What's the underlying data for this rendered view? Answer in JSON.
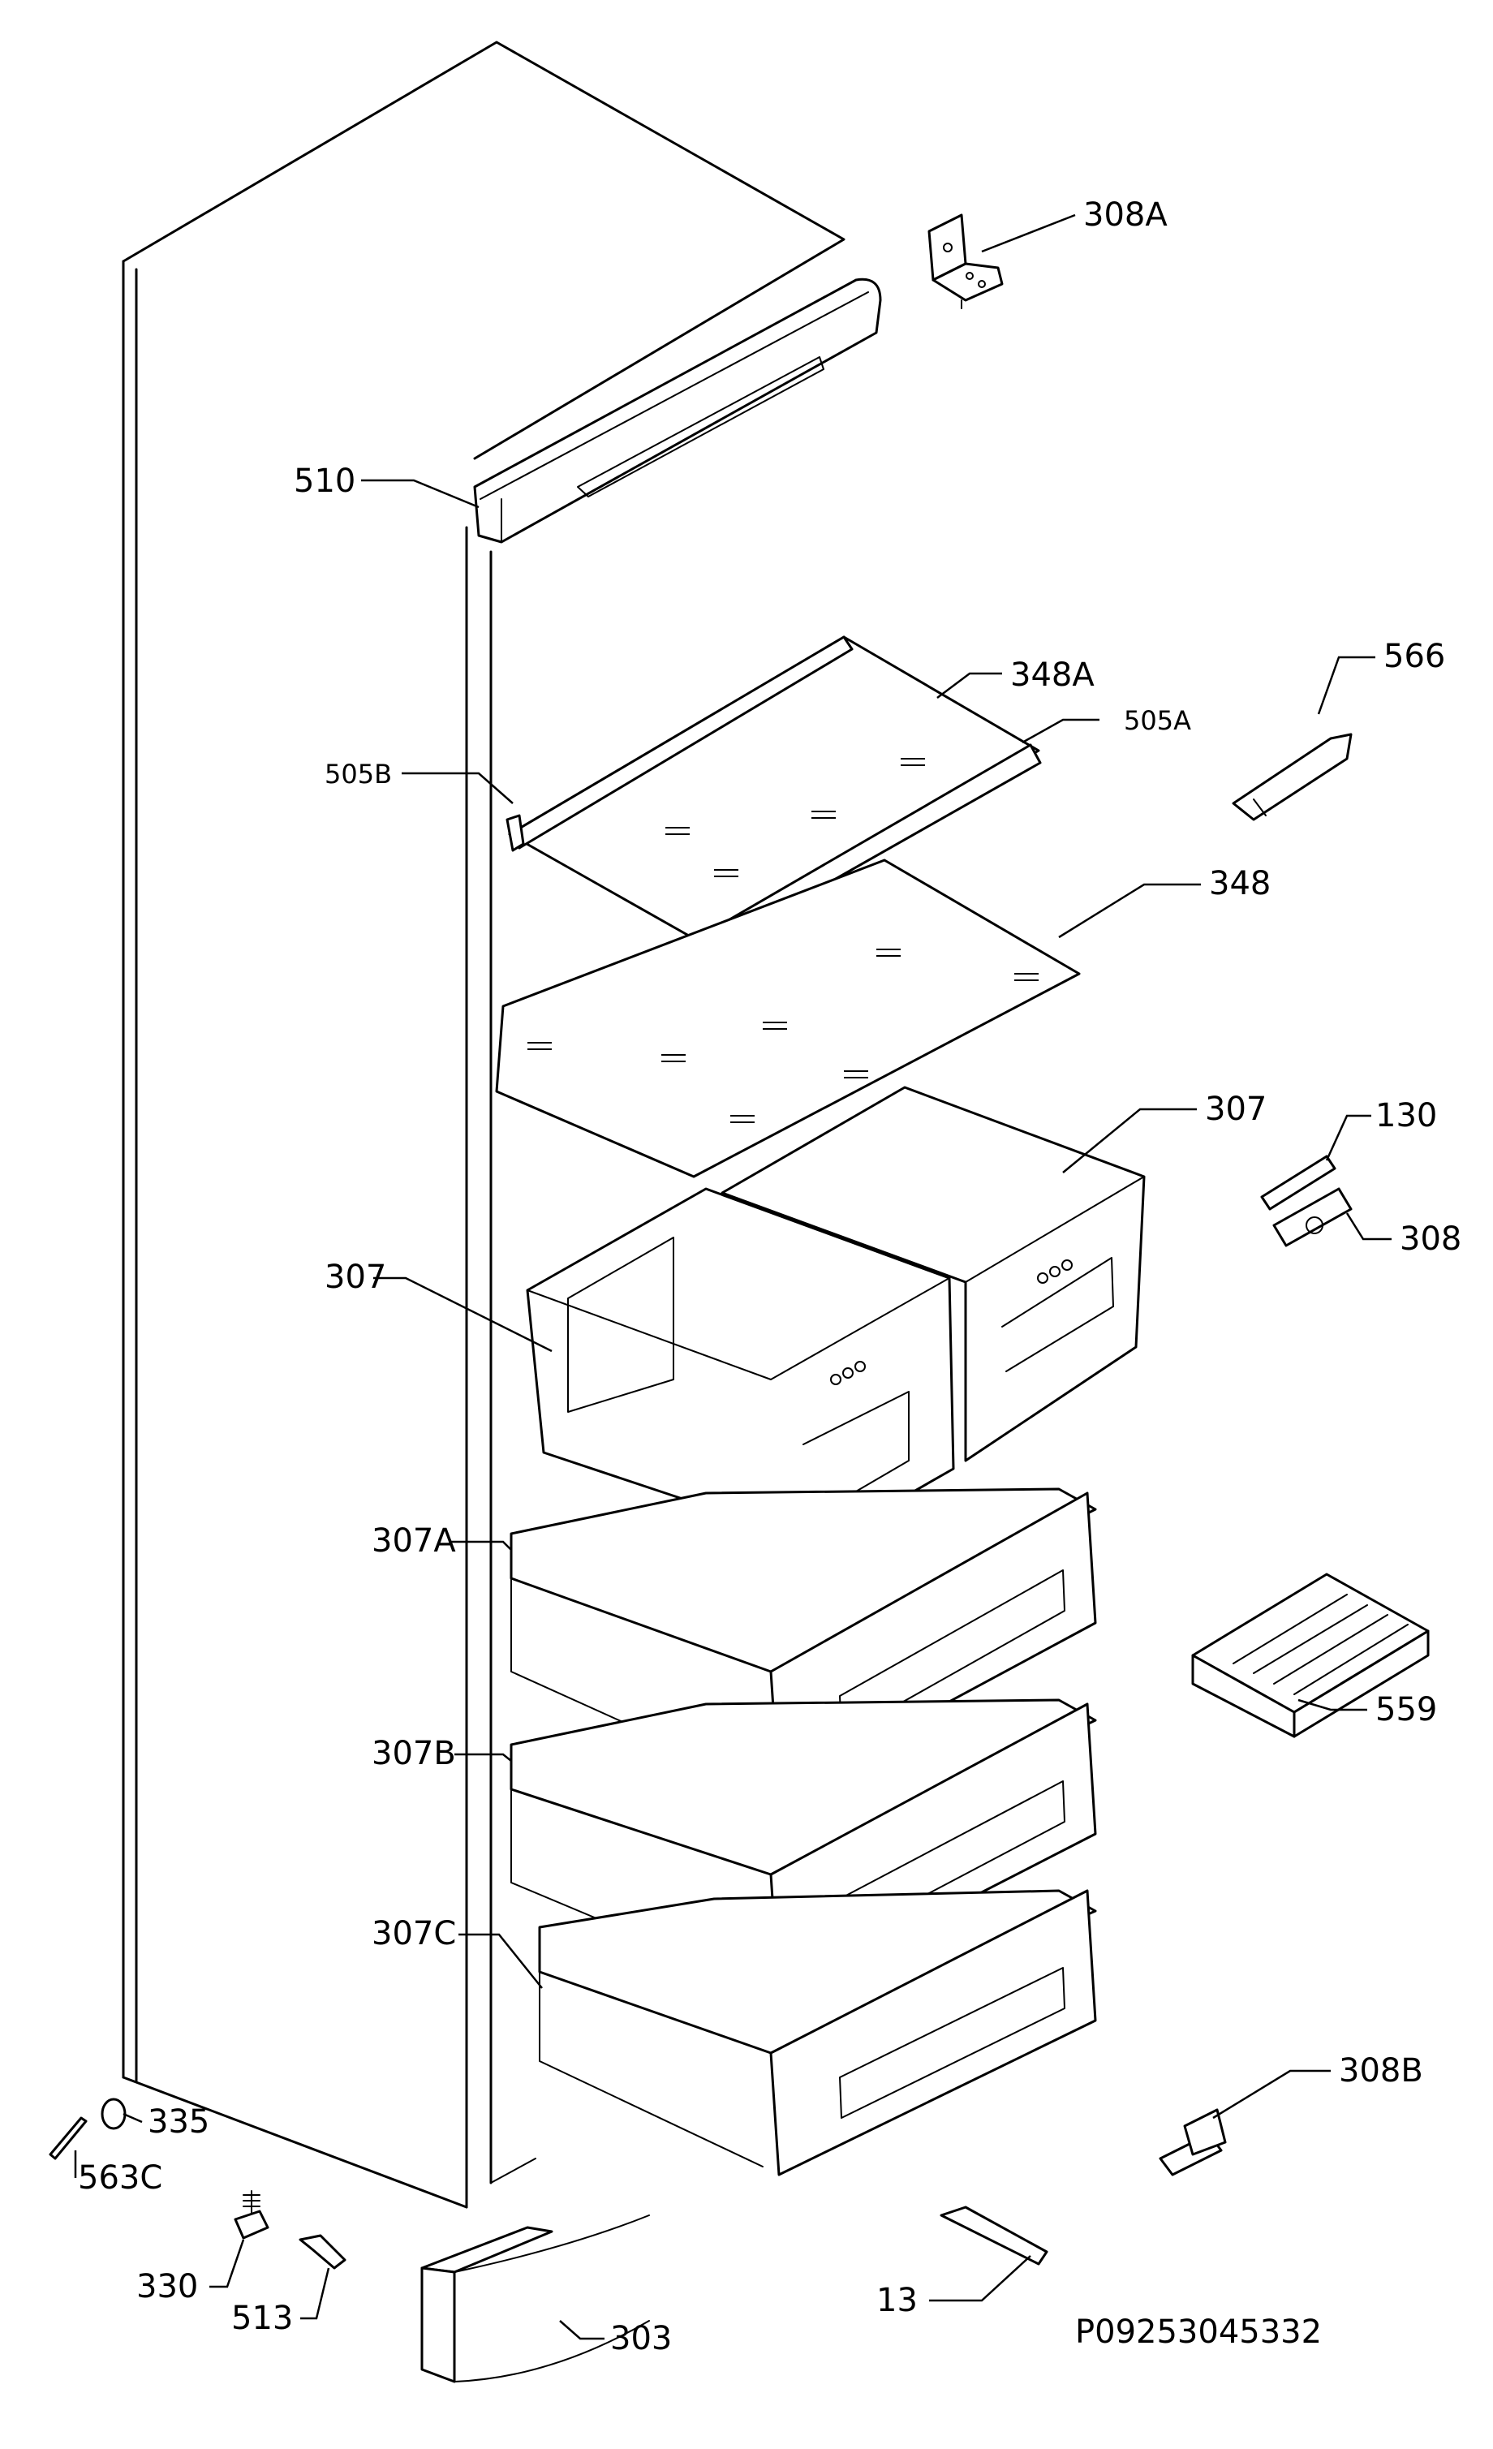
{
  "labels": {
    "p308A": "308A",
    "p510": "510",
    "p566": "566",
    "p348A": "348A",
    "p505A": "505A",
    "p505B": "505B",
    "p348": "348",
    "p307_right": "307",
    "p130": "130",
    "p308": "308",
    "p307_left": "307",
    "p307A": "307A",
    "p559": "559",
    "p307B": "307B",
    "p307C": "307C",
    "p308B": "308B",
    "p335": "335",
    "p563C": "563C",
    "p330": "330",
    "p513": "513",
    "p13": "13",
    "p303": "303"
  },
  "drawing_number": "P09253045332"
}
